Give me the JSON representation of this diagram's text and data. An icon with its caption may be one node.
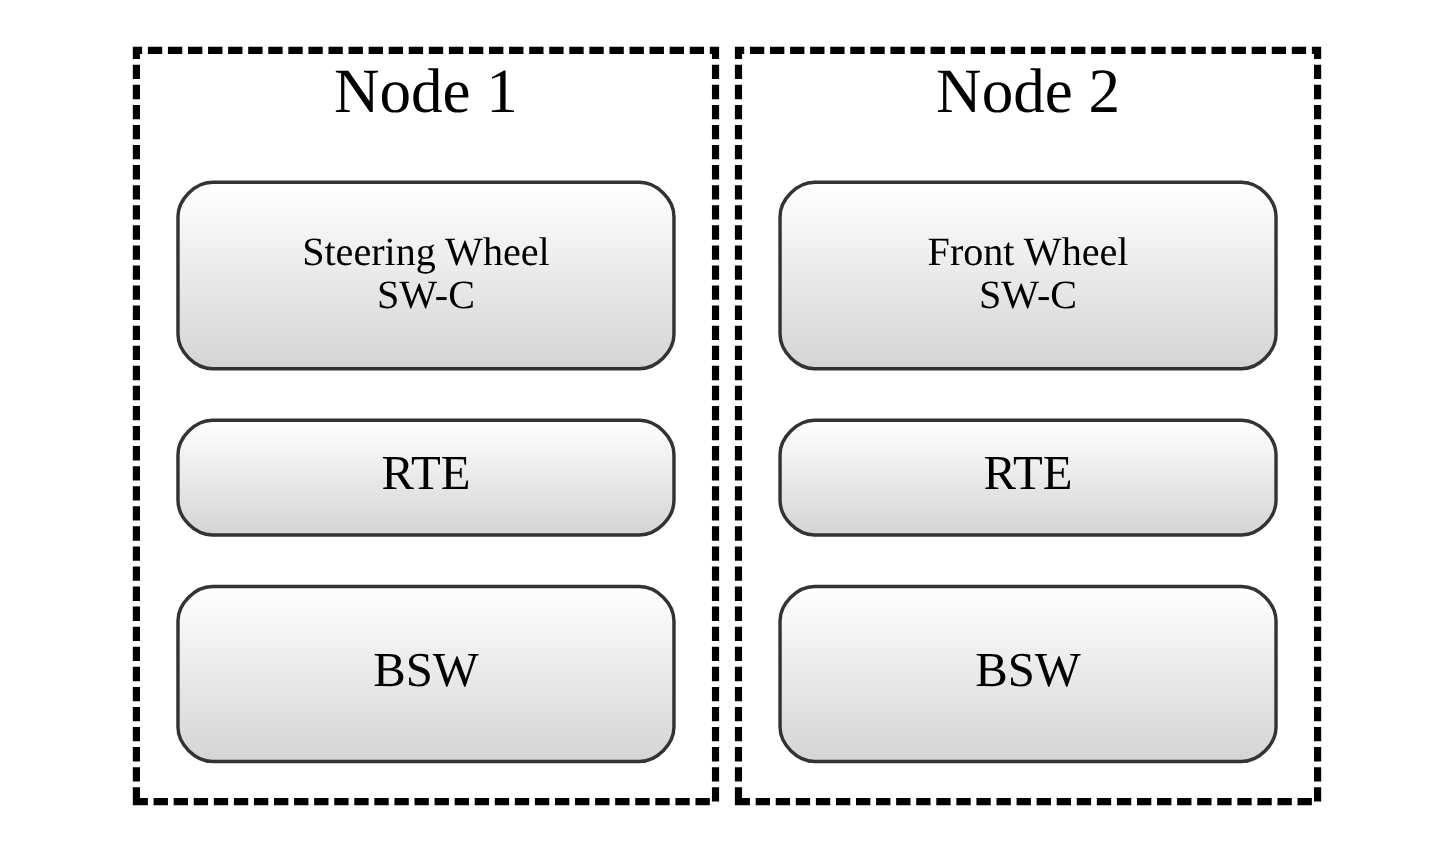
{
  "diagram": {
    "nodes": [
      {
        "text": [
          "Node 1"
        ]
      },
      {
        "text": [
          "Steering Wheel SW-C"
        ],
        "in": 0
      },
      {
        "text": [
          "RTE"
        ],
        "in": 0
      },
      {
        "text": [
          "BSW"
        ],
        "in": 0
      },
      {
        "text": [
          "Node 2"
        ]
      },
      {
        "text": [
          "Front Wheel SW-C"
        ],
        "in": 4
      },
      {
        "text": [
          "RTE"
        ],
        "in": 4
      },
      {
        "text": [
          "BSW"
        ],
        "in": 4
      }
    ]
  }
}
